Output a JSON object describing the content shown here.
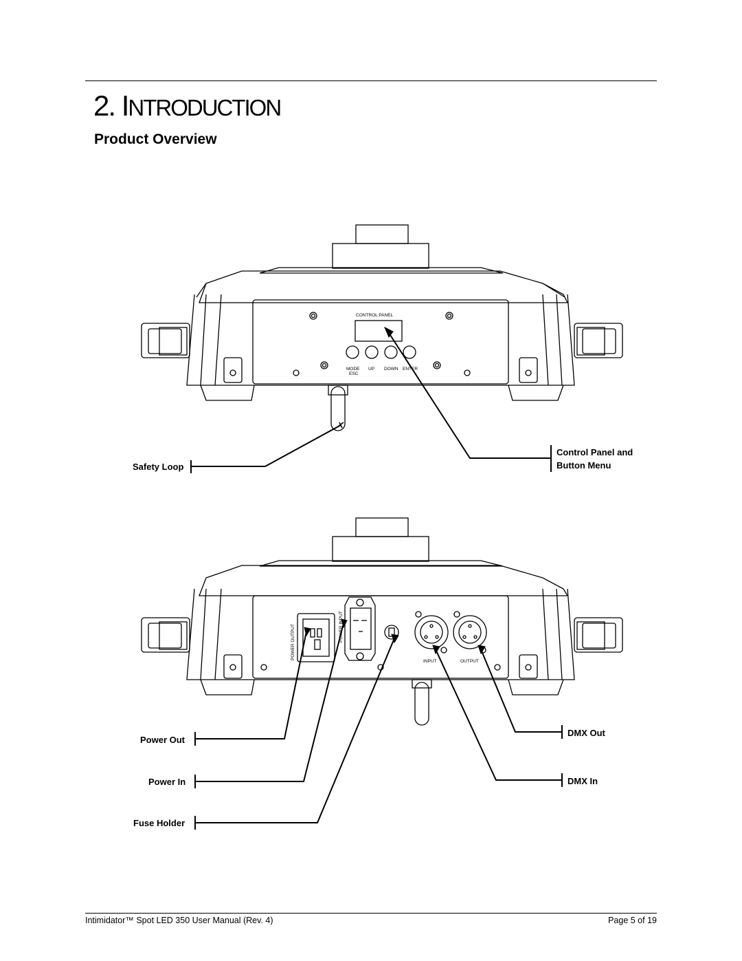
{
  "chapter": {
    "number": "2.",
    "title_first": "I",
    "title_rest": "NTRODUCTION"
  },
  "section": {
    "title": "Product Overview"
  },
  "figure1": {
    "panel_title": "CONTROL   PANEL",
    "buttons": [
      "MODE",
      "UP",
      "DOWN",
      "ENTER"
    ],
    "button_sub": "ESC",
    "callouts": {
      "safety_loop": "Safety Loop",
      "control_panel_line1": "Control Panel and",
      "control_panel_line2": "Button Menu"
    }
  },
  "figure2": {
    "power_label": "POWER   OUTPUT",
    "power_in_label": "POWER INPUT",
    "input_label": "INPUT",
    "output_label": "OUTPUT",
    "callouts": {
      "power_out": "Power Out",
      "power_in": "Power In",
      "fuse_holder": "Fuse Holder",
      "dmx_out": "DMX Out",
      "dmx_in": "DMX In"
    }
  },
  "footer": {
    "left": "Intimidator™ Spot LED 350 User Manual (Rev. 4)",
    "right": "Page 5 of 19"
  }
}
